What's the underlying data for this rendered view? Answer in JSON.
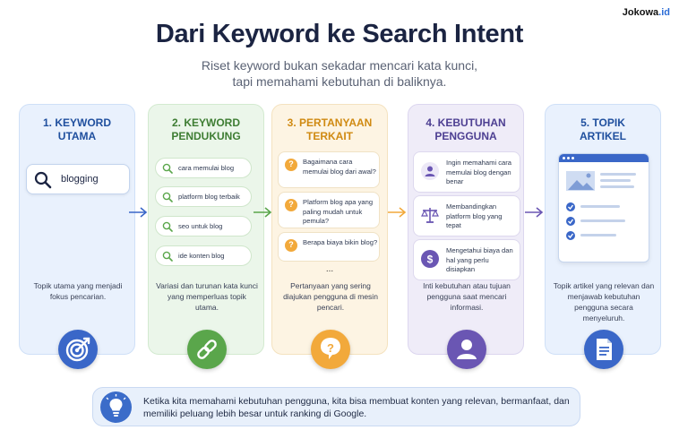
{
  "brand": {
    "name": "Jokowa",
    "tld": ".id"
  },
  "header": {
    "title": "Dari Keyword ke Search Intent",
    "subtitle_line1": "Riset keyword bukan sekadar mencari kata kunci,",
    "subtitle_line2": "tapi memahami kebutuhan di baliknya."
  },
  "columns": [
    {
      "title_line1": "1. KEYWORD",
      "title_line2": "UTAMA",
      "keyword": "blogging",
      "desc": "Topik utama yang menjadi fokus pencarian.",
      "icon": "target-icon"
    },
    {
      "title_line1": "2. KEYWORD",
      "title_line2": "PENDUKUNG",
      "items": [
        "cara memulai blog",
        "platform blog terbaik",
        "seo untuk blog",
        "ide konten blog"
      ],
      "desc": "Variasi dan turunan kata kunci yang memperluas topik utama.",
      "icon": "link-icon"
    },
    {
      "title_line1": "3. PERTANYAAN",
      "title_line2": "TERKAIT",
      "questions": [
        "Bagaimana cara memulai blog dari awal?",
        "Platform blog apa yang paling mudah untuk pemula?",
        "Berapa biaya bikin blog?"
      ],
      "ellipsis": "...",
      "desc": "Pertanyaan yang sering diajukan pengguna di mesin pencari.",
      "icon": "question-icon"
    },
    {
      "title_line1": "4. KEBUTUHAN",
      "title_line2": "PENGGUNA",
      "needs": [
        "Ingin memahami cara memulai blog dengan benar",
        "Membandingkan platform blog yang tepat",
        "Mengetahui biaya dan hal yang perlu disiapkan"
      ],
      "desc": "Inti kebutuhan atau tujuan pengguna saat mencari informasi.",
      "icon": "user-icon"
    },
    {
      "title_line1": "5. TOPIK",
      "title_line2": "ARTIKEL",
      "desc": "Topik artikel yang relevan dan menjawab kebutuhan pengguna secara menyeluruh.",
      "icon": "document-icon"
    }
  ],
  "banner": {
    "text": "Ketika kita memahami kebutuhan pengguna, kita bisa membuat konten yang relevan, bermanfaat, dan memiliki peluang lebih besar untuk ranking di Google.",
    "icon": "lightbulb-icon"
  },
  "colors": {
    "blue": "#3a67c8",
    "green": "#5aa64b",
    "orange": "#f2a93b",
    "purple": "#6a56b3",
    "navy_text": "#1b2442"
  }
}
